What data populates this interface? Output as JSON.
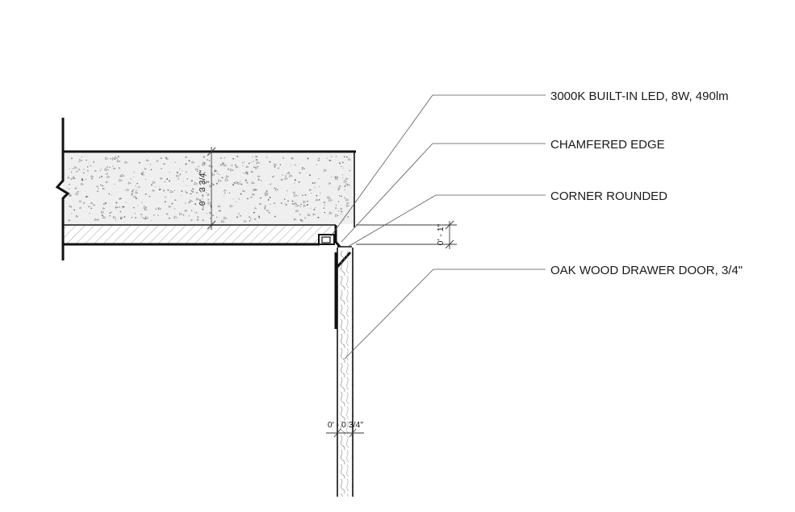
{
  "annotations": [
    {
      "id": "led",
      "text": "3000K BUILT-IN LED, 8W, 490lm"
    },
    {
      "id": "chamfer",
      "text": "CHAMFERED EDGE"
    },
    {
      "id": "corner",
      "text": "CORNER ROUNDED"
    },
    {
      "id": "door",
      "text": "OAK WOOD DRAWER DOOR, 3/4\""
    }
  ],
  "dimensions": {
    "counter_thickness": "0' - 3 3/4\"",
    "gap": "0' - 1\"",
    "door_thickness": "0' - 0 3/4\""
  },
  "colors": {
    "line": "#111111",
    "hatch": "#8a8a8a",
    "concrete_fill": "#efefef",
    "wood_fill": "#f7f7f7"
  }
}
